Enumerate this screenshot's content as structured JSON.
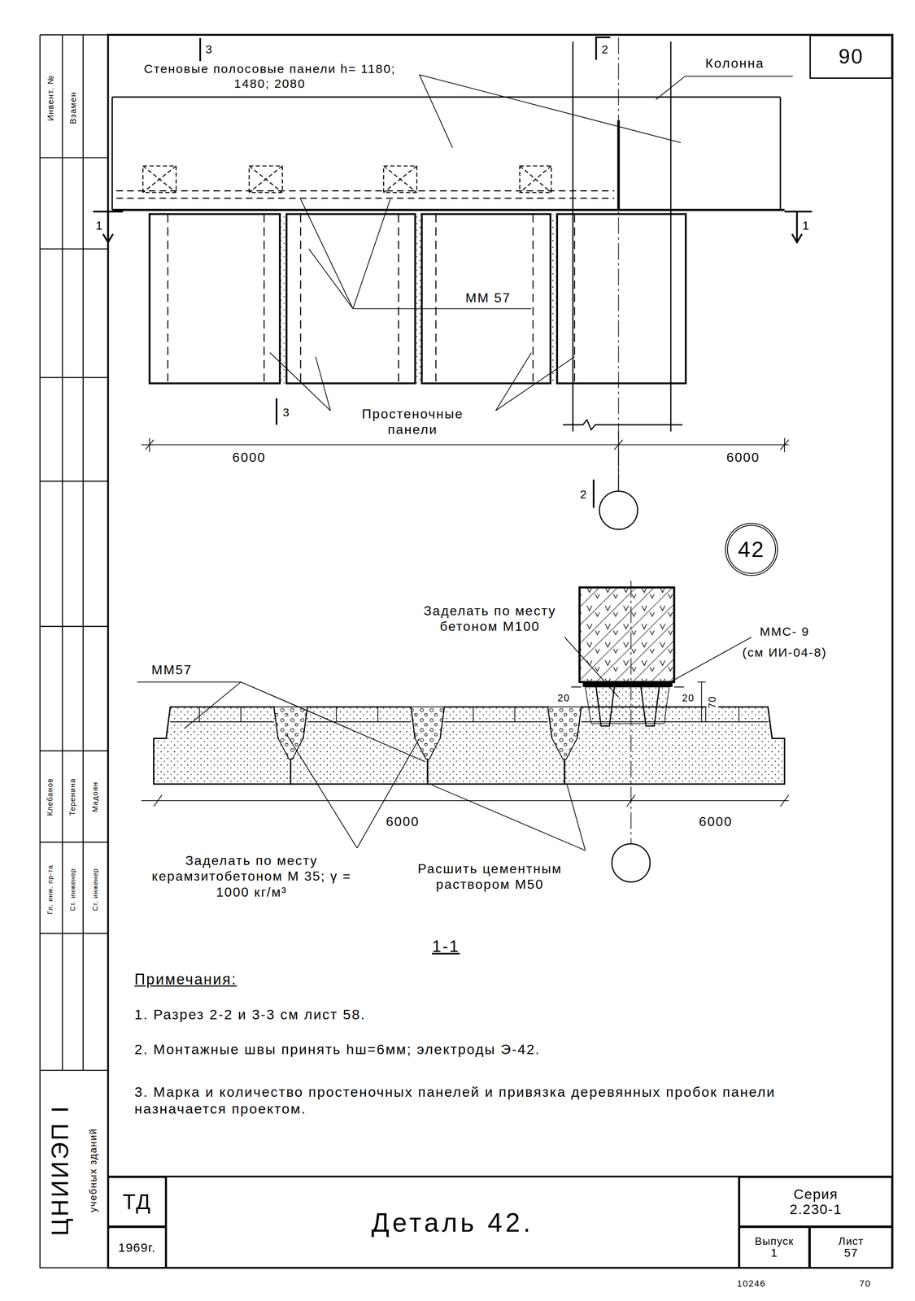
{
  "diagram": {
    "title": "Деталь 42.",
    "nodes": [
      {
        "text": [
          "90"
        ]
      },
      {
        "text": [
          "42"
        ]
      },
      {
        "text": [
          "ТД"
        ]
      },
      {
        "text": [
          "1969г."
        ]
      },
      {
        "text": [
          "Серия",
          "2.230-1"
        ]
      },
      {
        "text": [
          "Выпуск",
          "1"
        ]
      },
      {
        "text": [
          "Лист",
          "57"
        ]
      }
    ],
    "labels": [
      "Стеновые полосовые панели h= 1180; 1480; 2080",
      "Колонна",
      "2",
      "3",
      "1",
      "1",
      "ММ 57",
      "Простеночные панели",
      "3",
      "6000",
      "6000",
      "2",
      "Заделать по месту бетоном М100",
      "ММС- 9",
      "(см ИИ-04-8)",
      "20",
      "20",
      "70",
      "ММ57",
      "6000",
      "6000",
      "Заделать по месту керамзитобетоном М 35; γ = 1000 кг/м³",
      "Расшить цементным раствором М50",
      "1-1",
      "Примечания:",
      "1. Разрез 2-2 и 3-3 см лист 58.",
      "2. Монтажные швы принять hш=6мм; электроды Э-42.",
      "3. Марка и количество простеночных панелей и привязка деревянных пробок панели назначается проектом.",
      "ЦНИИЭП I",
      "учебных зданий",
      "Инвент. №",
      "Взамен",
      "Гл. инж. пр-та",
      "Ст. инженер",
      "Ст. инженер",
      "Клебанов",
      "Теренина",
      "Мадоян",
      "10246",
      "70"
    ]
  }
}
